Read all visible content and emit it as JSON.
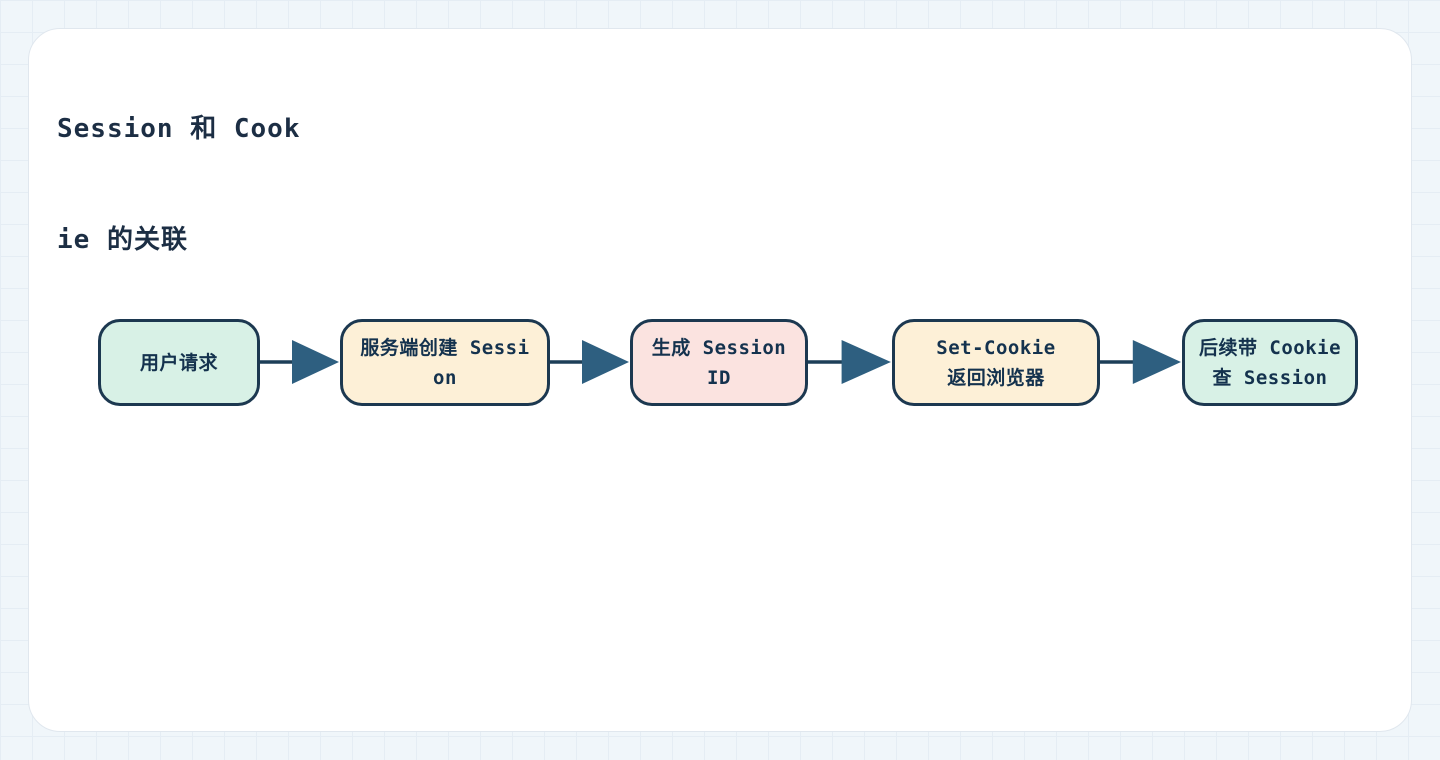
{
  "page": {
    "background_color": "#f0f6fa",
    "grid_color": "#e5edf4"
  },
  "card": {
    "background_color": "#ffffff",
    "border_color": "#e0e7ee"
  },
  "title": {
    "text": "Session 和 Cookie 的关联",
    "lines": [
      "Session 和 Cook",
      "ie 的关联"
    ],
    "color": "#1c2e44"
  },
  "diagram": {
    "type": "flowchart",
    "direction": "left-to-right",
    "text_color": "#14324e",
    "node_border_color": "#1c3850",
    "arrow": {
      "line_color": "#1d3f58",
      "head_color": "#2e5f80"
    },
    "nodes": [
      {
        "id": "user-request",
        "text": "用户请求",
        "lines": [
          "用户请求"
        ],
        "fill": "#d8f1e6"
      },
      {
        "id": "server-create-session",
        "text": "服务端创建 Session",
        "lines": [
          "服务端创建 Sessi",
          "on"
        ],
        "fill": "#fdf0d7"
      },
      {
        "id": "generate-session-id",
        "text": "生成 Session ID",
        "lines": [
          "生成 Session",
          "ID"
        ],
        "fill": "#fbe3e0"
      },
      {
        "id": "set-cookie-return",
        "text": "Set-Cookie 返回浏览器",
        "lines": [
          "Set-Cookie",
          "返回浏览器"
        ],
        "fill": "#fdf0d7"
      },
      {
        "id": "follow-up-cookie-query",
        "text": "后续带 Cookie 查 Session",
        "lines": [
          "后续带 Cookie",
          "查 Session"
        ],
        "fill": "#d8f1e6"
      }
    ]
  }
}
